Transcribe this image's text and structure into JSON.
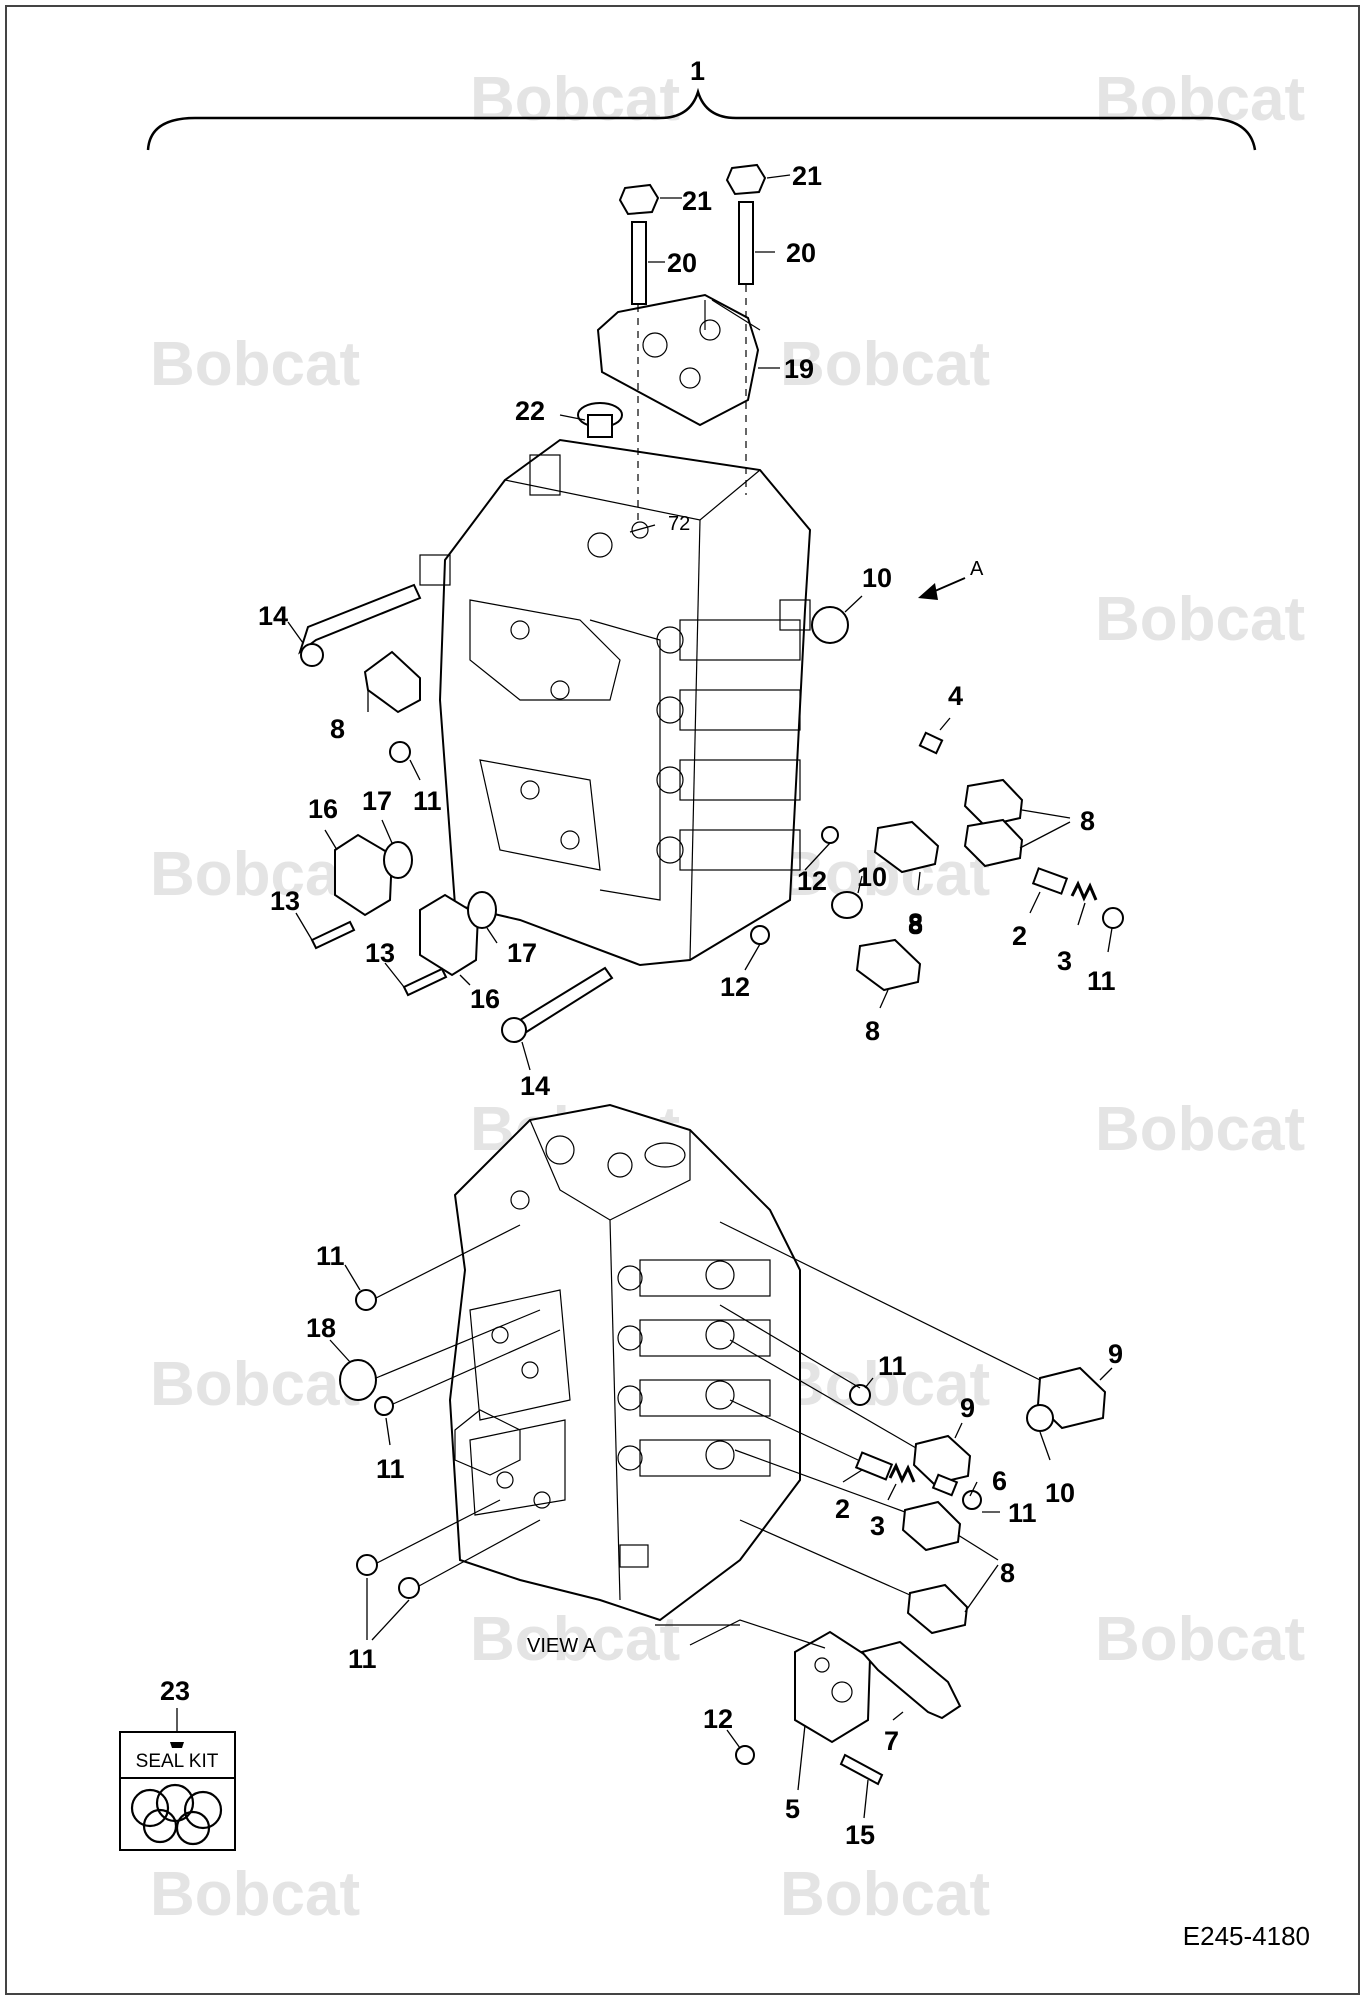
{
  "brand_watermark": "Bobcat",
  "drawing_code": "E245-4180",
  "view_label": "VIEW   A",
  "arrow_label": "A",
  "seal_kit": {
    "number": "23",
    "label": "SEAL KIT"
  },
  "callouts_upper": [
    "1",
    "21",
    "21",
    "20",
    "20",
    "19",
    "22",
    "72",
    "10",
    "14",
    "8",
    "4",
    "11",
    "16",
    "17",
    "8",
    "8",
    "13",
    "12",
    "10",
    "8",
    "13",
    "17",
    "16",
    "2",
    "3",
    "11",
    "12",
    "8",
    "14"
  ],
  "callouts_lower": [
    "11",
    "18",
    "9",
    "11",
    "11",
    "9",
    "6",
    "2",
    "3",
    "11",
    "10",
    "8",
    "11",
    "12",
    "7",
    "5",
    "15"
  ]
}
